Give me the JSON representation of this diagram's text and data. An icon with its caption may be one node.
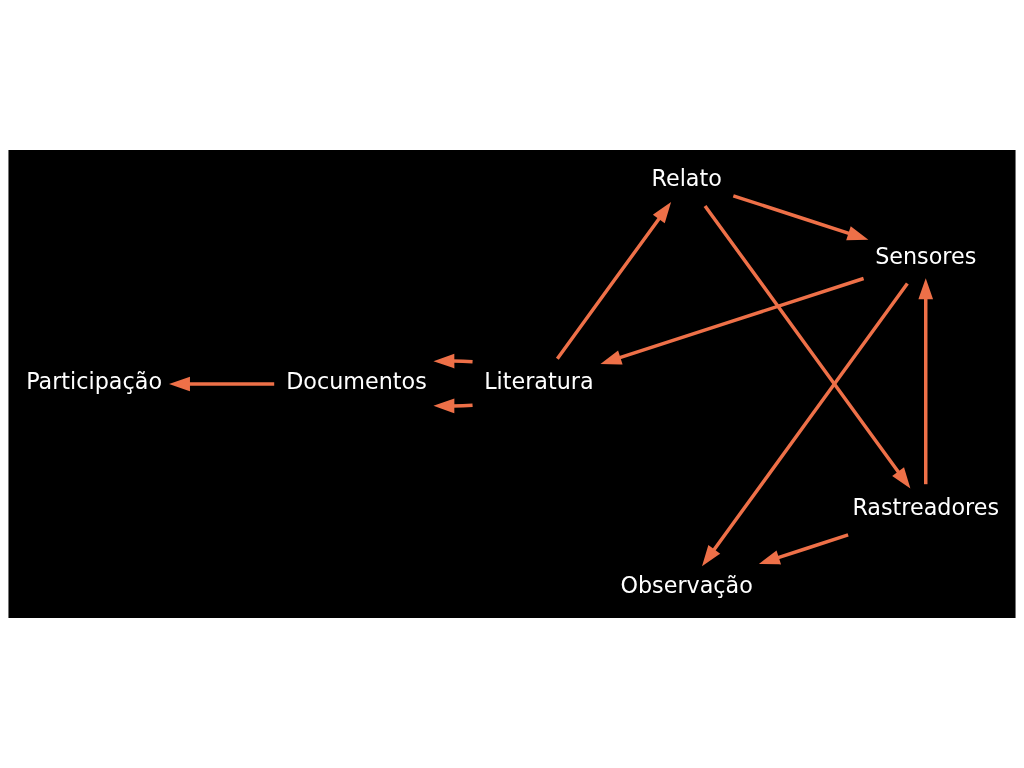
{
  "diagram": {
    "nodes": [
      {
        "text": [
          "Participação"
        ]
      },
      {
        "text": [
          "Observação"
        ]
      },
      {
        "text": [
          "Literatura"
        ]
      },
      {
        "text": [
          "Relato"
        ]
      },
      {
        "text": [
          "Sensores"
        ]
      },
      {
        "text": [
          "Documentos"
        ]
      },
      {
        "text": [
          "Rastreadores"
        ]
      }
    ],
    "edges": [
      {
        "from": 4,
        "to": 1,
        "arrow": "to"
      },
      {
        "from": 4,
        "to": 2,
        "arrow": "to"
      },
      {
        "from": 2,
        "to": 3,
        "arrow": "to"
      },
      {
        "from": 2,
        "to": 5,
        "arrow": "to"
      },
      {
        "from": 2,
        "to": 5,
        "arrow": "to"
      },
      {
        "from": 3,
        "to": 4,
        "arrow": "to"
      },
      {
        "from": 3,
        "to": 6,
        "arrow": "to"
      },
      {
        "from": 5,
        "to": 0,
        "arrow": "to"
      },
      {
        "from": 6,
        "to": 1,
        "arrow": "to"
      },
      {
        "from": 6,
        "to": 4,
        "arrow": "to"
      }
    ]
  }
}
